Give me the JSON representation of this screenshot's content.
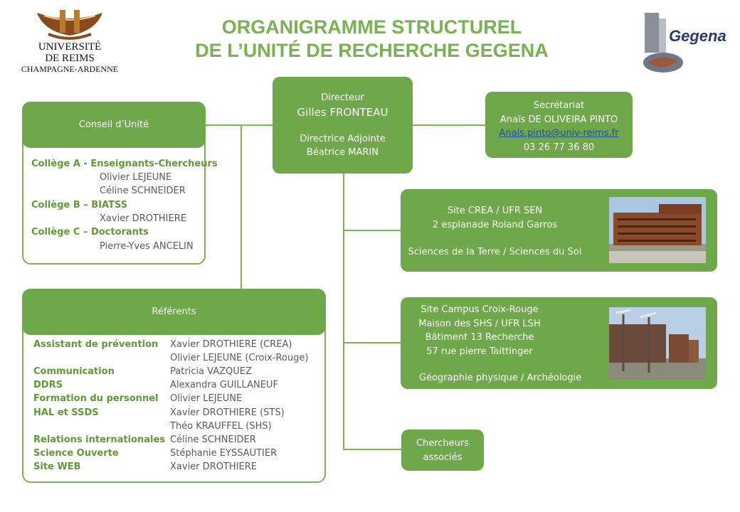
{
  "logo_left": {
    "line1": "UNIVERSITÉ",
    "line2": "DE REIMS",
    "line3": "CHAMPAGNE-ARDENNE"
  },
  "logo_right": {
    "text": "Gegena"
  },
  "title": {
    "line1": "ORGANIGRAMME STRUCTUREL",
    "line2": "DE L’UNITÉ DE RECHERCHE GEGENA"
  },
  "director": {
    "label": "Directeur",
    "name": "Gilles FRONTEAU",
    "deputy_label": "Directrice Adjointe",
    "deputy_name": "Béatrice MARIN"
  },
  "secretariat": {
    "label": "Secrétariat",
    "name": "Anaïs DE OLIVEIRA PINTO",
    "email": "Anais.pinto@univ-reims.fr",
    "phone": "03 26 77 36 80"
  },
  "conseil": {
    "header": "Conseil d’Unité",
    "colleges": [
      {
        "title": "Collège A - Enseignants-Chercheurs",
        "members": [
          "Olivier LEJEUNE",
          "Céline SCHNEIDER"
        ]
      },
      {
        "title": "Collège B – BIATSS",
        "members": [
          "Xavier DROTHIERE"
        ]
      },
      {
        "title": "Collège C – Doctorants",
        "members": [
          "Pierre-Yves ANCELIN"
        ]
      }
    ]
  },
  "referents": {
    "header": "Référents",
    "rows": [
      {
        "role": "Assistant de prévention",
        "name": "Xavier DROTHIERE (CREA)"
      },
      {
        "role": "",
        "name": "Olivier LEJEUNE (Croix-Rouge)"
      },
      {
        "role": "Communication",
        "name": "Patricia VAZQUEZ"
      },
      {
        "role": "DDRS",
        "name": "Alexandra GUILLANEUF"
      },
      {
        "role": "Formation du personnel",
        "name": "Olivier LEJEUNE"
      },
      {
        "role": "HAL et SSDS",
        "name": "Xavier DROTHIERE (STS)"
      },
      {
        "role": "",
        "name": "Théo KRAUFFEL (SHS)"
      },
      {
        "role": "Relations internationales",
        "name": "Céline SCHNEIDER"
      },
      {
        "role": "Science Ouverte",
        "name": "Stéphanie EYSSAUTIER"
      },
      {
        "role": "Site WEB",
        "name": "Xavier DROTHIERE"
      }
    ]
  },
  "site_crea": {
    "line1": "Site CREA / UFR SEN",
    "line2": "2 esplanade Roland Garros",
    "line3": "Sciences de la Terre / Sciences du Sol"
  },
  "site_croix": {
    "line1": "Site Campus Croix-Rouge",
    "line2": "Maison des SHS / UFR LSH",
    "line3": "Bâtiment 13 Recherche",
    "line4": "57 rue pierre Taittinger",
    "line5": "Géographie physique / Archéologie"
  },
  "chercheurs": {
    "line1": "Chercheurs",
    "line2": "associés"
  },
  "colors": {
    "accent": "#6fa84a",
    "title": "#77b351",
    "link": "#1f4e9a"
  }
}
